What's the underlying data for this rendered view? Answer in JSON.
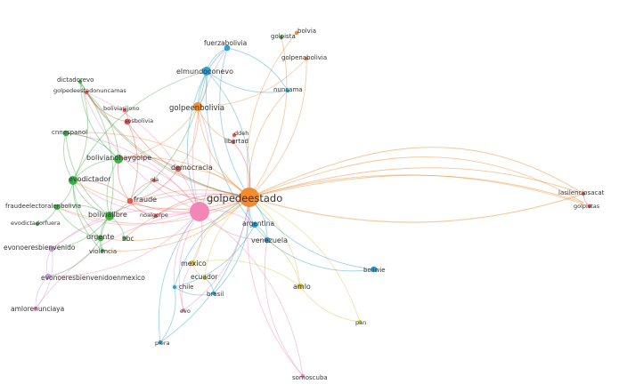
{
  "colors": {
    "green": "#3fae49",
    "blue": "#2d9fd3",
    "orange": "#f58a2e",
    "pink": "#f286b7",
    "red": "#e8544e",
    "yellow": "#d6c83a",
    "violet": "#c79ee0",
    "label": "#333333"
  },
  "nodes": [
    {
      "id": "golpedeestado",
      "label": "golpedeestado",
      "color": "orange",
      "size": "xl"
    },
    {
      "id": "pinkhub",
      "label": "",
      "color": "pink",
      "size": "xl"
    },
    {
      "id": "golpeenbolivia",
      "label": "golpeenbolivia",
      "color": "orange",
      "size": "m"
    },
    {
      "id": "elmundoconevo",
      "label": "elmundoconevo",
      "color": "blue",
      "size": "m"
    },
    {
      "id": "fuerzabolivia",
      "label": "fuerzabolivia",
      "color": "blue",
      "size": "s"
    },
    {
      "id": "golpista",
      "label": "golpista",
      "color": "green",
      "size": "xs"
    },
    {
      "id": "bolvia",
      "label": "bolvia",
      "color": "orange",
      "size": "xs"
    },
    {
      "id": "golpenabolivia",
      "label": "golpenabolivia",
      "color": "orange",
      "size": "xs"
    },
    {
      "id": "nuncama",
      "label": "nuncama",
      "color": "blue",
      "size": "xs"
    },
    {
      "id": "dictadorevo",
      "label": "dictadorevo",
      "color": "green",
      "size": "xs"
    },
    {
      "id": "golpedeestadonuncamas",
      "label": "golpedeestadonuncamas",
      "color": "red",
      "size": "xs"
    },
    {
      "id": "boliviasijono",
      "label": "boliviasijono",
      "color": "red",
      "size": "xs"
    },
    {
      "id": "sosbolivia",
      "label": "sosbolivia",
      "color": "red",
      "size": "s"
    },
    {
      "id": "ddeh",
      "label": "ddeh",
      "color": "red",
      "size": "xs"
    },
    {
      "id": "libertad",
      "label": "libertad",
      "color": "red",
      "size": "xs"
    },
    {
      "id": "cnnespanol",
      "label": "cnnespanol",
      "color": "green",
      "size": "s"
    },
    {
      "id": "bolivianohaygolpe",
      "label": "bolivianohaygolpe",
      "color": "green",
      "size": "m"
    },
    {
      "id": "democracia",
      "label": "democracia",
      "color": "red",
      "size": "s"
    },
    {
      "id": "evodictador",
      "label": "evodictador",
      "color": "green",
      "size": "m"
    },
    {
      "id": "ola",
      "label": "ola",
      "color": "red",
      "size": "xs"
    },
    {
      "id": "fraude",
      "label": "fraude",
      "color": "red",
      "size": "s"
    },
    {
      "id": "fraudeelectoralenbolivia",
      "label": "fraudeelectoralenbolivia",
      "color": "green",
      "size": "s"
    },
    {
      "id": "boliviallbre",
      "label": "boliviallbre",
      "color": "green",
      "size": "m"
    },
    {
      "id": "noalgolpe",
      "label": "noalgolpe",
      "color": "red",
      "size": "xs"
    },
    {
      "id": "evodictadorfuera",
      "label": "evodictadorfuera",
      "color": "green",
      "size": "xs"
    },
    {
      "id": "urgente",
      "label": "urgente",
      "color": "green",
      "size": "s"
    },
    {
      "id": "bbc",
      "label": "bbc",
      "color": "green",
      "size": "xs"
    },
    {
      "id": "violencia",
      "label": "violencia",
      "color": "green",
      "size": "xs"
    },
    {
      "id": "evonoeresbienvenido",
      "label": "evonoeresbienvenido",
      "color": "violet",
      "size": "s"
    },
    {
      "id": "evonoeresbienvenidoenmexico",
      "label": "evonoeresbienvenidoenmexico",
      "color": "violet",
      "size": "s"
    },
    {
      "id": "amloRenunciaya",
      "label": "amlorenunciaya",
      "color": "pink",
      "size": "xs"
    },
    {
      "id": "argentina",
      "label": "argentina",
      "color": "blue",
      "size": "s"
    },
    {
      "id": "venezuela",
      "label": "venezuela",
      "color": "blue",
      "size": "s"
    },
    {
      "id": "mexico",
      "label": "mexico",
      "color": "yellow",
      "size": "s"
    },
    {
      "id": "ecuador",
      "label": "ecuador",
      "color": "yellow",
      "size": "xs"
    },
    {
      "id": "chile",
      "label": "chile",
      "color": "blue",
      "size": "xs"
    },
    {
      "id": "brasil",
      "label": "brasil",
      "color": "blue",
      "size": "xs"
    },
    {
      "id": "amlo",
      "label": "amlo",
      "color": "yellow",
      "size": "s"
    },
    {
      "id": "boliwie",
      "label": "boliwie",
      "color": "blue",
      "size": "s"
    },
    {
      "id": "pan",
      "label": "pan",
      "color": "yellow",
      "size": "xs"
    },
    {
      "id": "evo",
      "label": "evo",
      "color": "pink",
      "size": "xs"
    },
    {
      "id": "piera",
      "label": "piera",
      "color": "blue",
      "size": "xs"
    },
    {
      "id": "somoscuba",
      "label": "somoscuba",
      "color": "pink",
      "size": "xs"
    },
    {
      "id": "lasilenciosacat",
      "label": "lasilenciosacat",
      "color": "red",
      "size": "xs"
    },
    {
      "id": "golpistas",
      "label": "golpistas",
      "color": "red",
      "size": "xs"
    }
  ],
  "edges": [
    [
      "golpedeestado",
      "golpeenbolivia",
      "orange"
    ],
    [
      "golpedeestado",
      "elmundoconevo",
      "blue"
    ],
    [
      "golpedeestado",
      "fuerzabolivia",
      "blue"
    ],
    [
      "golpedeestado",
      "golpista",
      "orange"
    ],
    [
      "golpedeestado",
      "bolvia",
      "orange"
    ],
    [
      "golpedeestado",
      "golpenabolivia",
      "orange"
    ],
    [
      "golpedeestado",
      "nuncama",
      "orange"
    ],
    [
      "golpedeestado",
      "bolivianohaygolpe",
      "orange"
    ],
    [
      "golpedeestado",
      "evodictador",
      "orange"
    ],
    [
      "golpedeestado",
      "democracia",
      "orange"
    ],
    [
      "golpedeestado",
      "fraude",
      "red"
    ],
    [
      "golpedeestado",
      "cnnespanol",
      "orange"
    ],
    [
      "golpedeestado",
      "fraudeelectoralenbolivia",
      "orange"
    ],
    [
      "golpedeestado",
      "boliviallbre",
      "orange"
    ],
    [
      "golpedeestado",
      "urgente",
      "orange"
    ],
    [
      "golpedeestado",
      "argentina",
      "blue"
    ],
    [
      "golpedeestado",
      "venezuela",
      "blue"
    ],
    [
      "golpedeestado",
      "mexico",
      "yellow"
    ],
    [
      "golpedeestado",
      "amlo",
      "yellow"
    ],
    [
      "golpedeestado",
      "boliwie",
      "blue"
    ],
    [
      "golpedeestado",
      "pan",
      "yellow"
    ],
    [
      "golpedeestado",
      "lasilenciosacat",
      "orange"
    ],
    [
      "golpedeestado",
      "golpistas",
      "orange"
    ],
    [
      "golpedeestado",
      "somoscuba",
      "pink"
    ],
    [
      "golpedeestado",
      "piera",
      "blue"
    ],
    [
      "golpedeestado",
      "chile",
      "blue"
    ],
    [
      "golpedeestado",
      "brasil",
      "blue"
    ],
    [
      "golpedeestado",
      "evonoeresbienvenido",
      "pink"
    ],
    [
      "golpedeestado",
      "sosbolivia",
      "red"
    ],
    [
      "golpedeestado",
      "libertad",
      "red"
    ],
    [
      "golpedeestado",
      "dictadorevo",
      "green"
    ],
    [
      "golpedeestado",
      "ecuador",
      "yellow"
    ],
    [
      "golpedeestado",
      "evo",
      "pink"
    ],
    [
      "pinkhub",
      "golpeenbolivia",
      "pink"
    ],
    [
      "pinkhub",
      "elmundoconevo",
      "blue"
    ],
    [
      "pinkhub",
      "bolivianohaygolpe",
      "pink"
    ],
    [
      "pinkhub",
      "evodictador",
      "pink"
    ],
    [
      "pinkhub",
      "cnnespanol",
      "pink"
    ],
    [
      "pinkhub",
      "fraudeelectoralenbolivia",
      "pink"
    ],
    [
      "pinkhub",
      "evonoeresbienvenido",
      "pink"
    ],
    [
      "pinkhub",
      "evonoeresbienvenidoenmexico",
      "pink"
    ],
    [
      "pinkhub",
      "amloRenunciaya",
      "pink"
    ],
    [
      "pinkhub",
      "somoscuba",
      "pink"
    ],
    [
      "pinkhub",
      "evo",
      "pink"
    ],
    [
      "pinkhub",
      "mexico",
      "pink"
    ],
    [
      "pinkhub",
      "piera",
      "blue"
    ],
    [
      "pinkhub",
      "argentina",
      "pink"
    ],
    [
      "pinkhub",
      "venezuela",
      "pink"
    ],
    [
      "pinkhub",
      "dictadorevo",
      "pink"
    ],
    [
      "pinkhub",
      "golpedeestadonuncamas",
      "pink"
    ],
    [
      "pinkhub",
      "fuerzabolivia",
      "pink"
    ],
    [
      "pinkhub",
      "chile",
      "pink"
    ],
    [
      "elmundoconevo",
      "fuerzabolivia",
      "blue"
    ],
    [
      "elmundoconevo",
      "nuncama",
      "blue"
    ],
    [
      "elmundoconevo",
      "golpeenbolivia",
      "blue"
    ],
    [
      "elmundoconevo",
      "venezuela",
      "blue"
    ],
    [
      "elmundoconevo",
      "boliviallbre",
      "green"
    ],
    [
      "elmundoconevo",
      "evodictador",
      "green"
    ],
    [
      "fuerzabolivia",
      "nuncama",
      "blue"
    ],
    [
      "fuerzabolivia",
      "golpeenbolivia",
      "blue"
    ],
    [
      "golpeenbolivia",
      "democracia",
      "orange"
    ],
    [
      "golpeenbolivia",
      "libertad",
      "orange"
    ],
    [
      "golpeenbolivia",
      "bolivianohaygolpe",
      "orange"
    ],
    [
      "cnnespanol",
      "evodictador",
      "green"
    ],
    [
      "cnnespanol",
      "bolivianohaygolpe",
      "green"
    ],
    [
      "cnnespanol",
      "boliviallbre",
      "green"
    ],
    [
      "dictadorevo",
      "evodictador",
      "green"
    ],
    [
      "dictadorevo",
      "bolivianohaygolpe",
      "green"
    ],
    [
      "dictadorevo",
      "boliviallbre",
      "green"
    ],
    [
      "golpedeestadonuncamas",
      "sosbolivia",
      "red"
    ],
    [
      "golpedeestadonuncamas",
      "bolivianohaygolpe",
      "green"
    ],
    [
      "evodictador",
      "boliviallbre",
      "green"
    ],
    [
      "evodictador",
      "fraudeelectoralenbolivia",
      "green"
    ],
    [
      "evodictador",
      "urgente",
      "green"
    ],
    [
      "evodictador",
      "bolivianohaygolpe",
      "green"
    ],
    [
      "evodictador",
      "violencia",
      "green"
    ],
    [
      "evodictador",
      "fraude",
      "red"
    ],
    [
      "bolivianohaygolpe",
      "boliviallbre",
      "green"
    ],
    [
      "bolivianohaygolpe",
      "democracia",
      "red"
    ],
    [
      "bolivianohaygolpe",
      "fraude",
      "red"
    ],
    [
      "fraudeelectoralenbolivia",
      "boliviallbre",
      "green"
    ],
    [
      "fraudeelectoralenbolivia",
      "urgente",
      "green"
    ],
    [
      "fraudeelectoralenbolivia",
      "evodictadorfuera",
      "green"
    ],
    [
      "boliviallbre",
      "urgente",
      "green"
    ],
    [
      "boliviallbre",
      "bbc",
      "green"
    ],
    [
      "boliviallbre",
      "violencia",
      "green"
    ],
    [
      "boliviallbre",
      "evonoeresbienvenido",
      "green"
    ],
    [
      "urgente",
      "violencia",
      "green"
    ],
    [
      "urgente",
      "evonoeresbienvenidoenmexico",
      "green"
    ],
    [
      "evonoeresbienvenido",
      "evonoeresbienvenidoenmexico",
      "violet"
    ],
    [
      "evonoeresbienvenido",
      "amloRenunciaya",
      "violet"
    ],
    [
      "evonoeresbienvenidoenmexico",
      "amloRenunciaya",
      "violet"
    ],
    [
      "sosbolivia",
      "fraude",
      "red"
    ],
    [
      "sosbolivia",
      "boliviasijono",
      "red"
    ],
    [
      "democracia",
      "fraude",
      "red"
    ],
    [
      "ola",
      "fraude",
      "red"
    ],
    [
      "noalgolpe",
      "fraude",
      "red"
    ],
    [
      "ddeh",
      "libertad",
      "red"
    ],
    [
      "argentina",
      "venezuela",
      "blue"
    ],
    [
      "venezuela",
      "boliwie",
      "blue"
    ],
    [
      "venezuela",
      "amlo",
      "yellow"
    ],
    [
      "mexico",
      "ecuador",
      "yellow"
    ],
    [
      "mexico",
      "amlo",
      "yellow"
    ],
    [
      "amlo",
      "pan",
      "yellow"
    ],
    [
      "chile",
      "piera",
      "blue"
    ],
    [
      "chile",
      "brasil",
      "blue"
    ],
    [
      "ecuador",
      "brasil",
      "blue"
    ],
    [
      "lasilenciosacat",
      "golpistas",
      "red"
    ],
    [
      "argentina",
      "chile",
      "blue"
    ],
    [
      "mexico",
      "evo",
      "pink"
    ],
    [
      "somoscuba",
      "venezuela",
      "pink"
    ],
    [
      "golpeenbolivia",
      "golpenabolivia",
      "orange"
    ],
    [
      "golpedeestado",
      "golpedeestadonuncamas",
      "red"
    ],
    [
      "golpedeestado",
      "bbc",
      "orange"
    ],
    [
      "golpedeestado",
      "violencia",
      "orange"
    ],
    [
      "golpedeestado",
      "noalgolpe",
      "red"
    ],
    [
      "golpedeestado",
      "ola",
      "red"
    ]
  ]
}
